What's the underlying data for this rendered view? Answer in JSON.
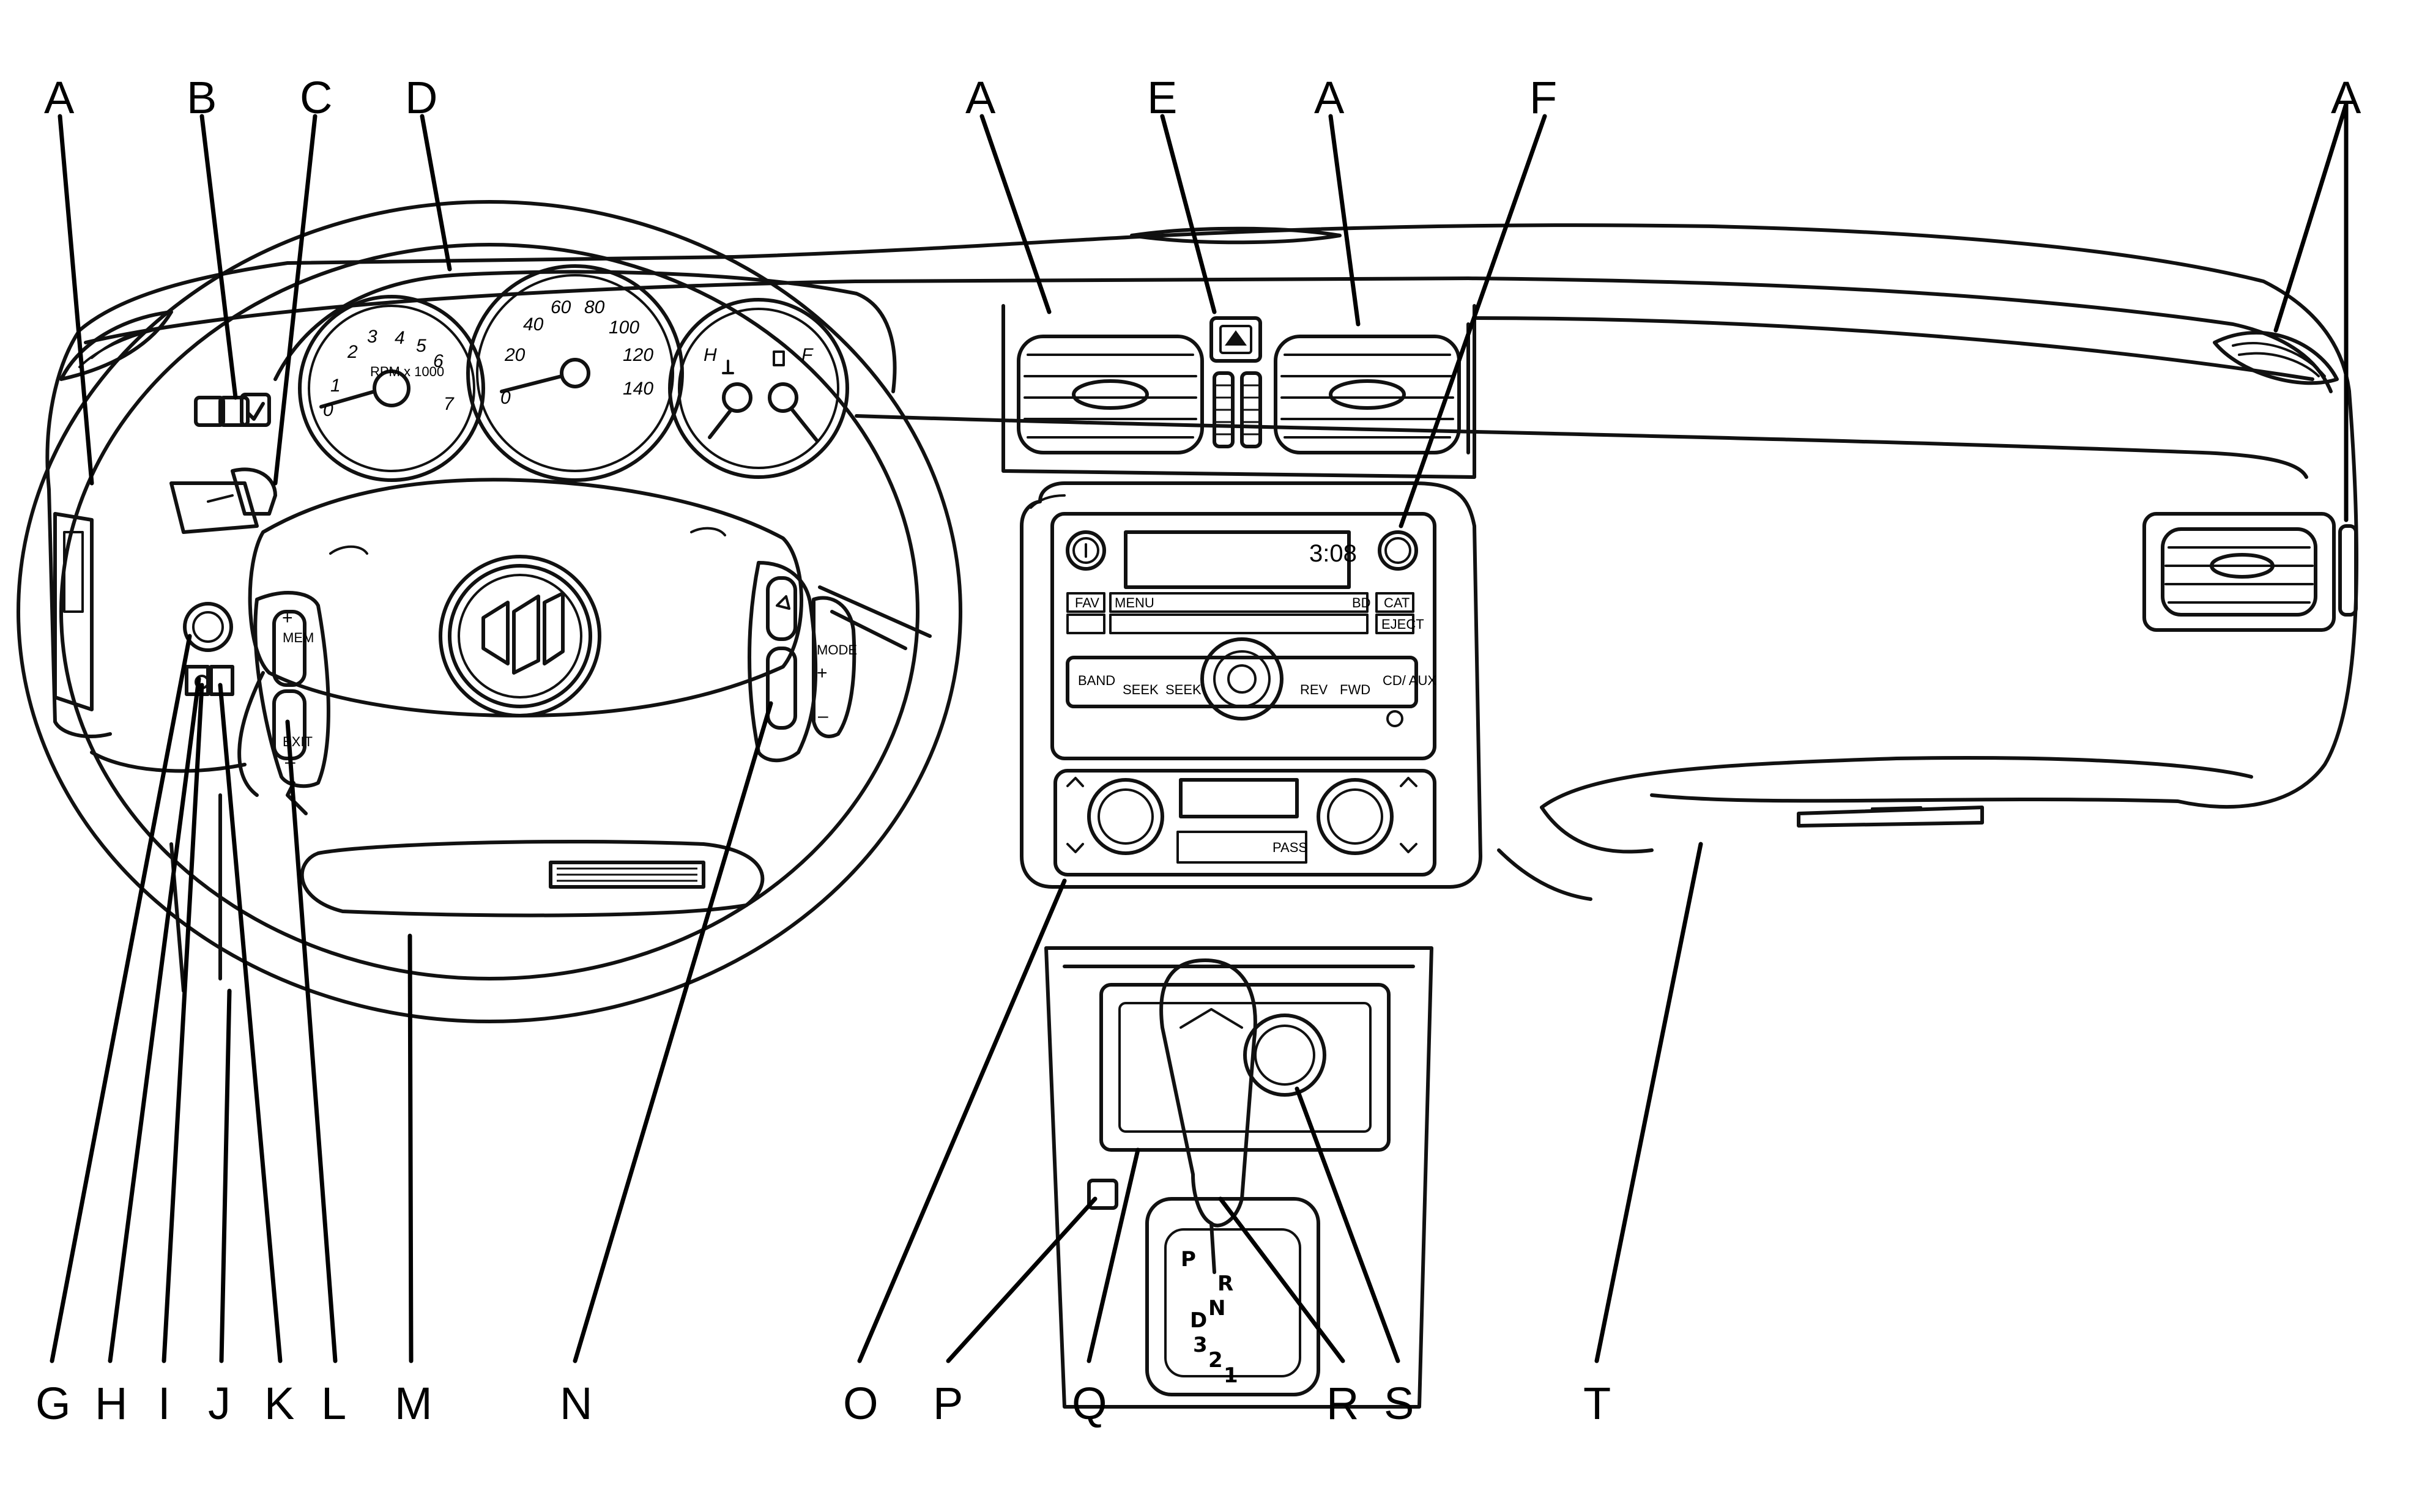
{
  "callouts": {
    "top": [
      "A",
      "B",
      "C",
      "D",
      "A",
      "E",
      "A",
      "F",
      "A"
    ],
    "bottom": [
      "G",
      "H",
      "I",
      "J",
      "K",
      "L",
      "M",
      "N",
      "O",
      "P",
      "Q",
      "R",
      "S",
      "T"
    ]
  },
  "cluster": {
    "tach_label": "RPM x 1000",
    "tach_numbers": [
      "0",
      "1",
      "2",
      "3",
      "4",
      "5",
      "6",
      "7"
    ],
    "speed_numbers": [
      "0",
      "20",
      "40",
      "60",
      "80",
      "100",
      "120",
      "140"
    ],
    "temp_h": "H",
    "fuel_f": "F"
  },
  "radio": {
    "clock": "3:08",
    "buttons_row1": [
      "FAV",
      "MENU",
      "BD",
      "CAT"
    ],
    "buttons_row2": [
      "EJECT"
    ],
    "buttons_row3": [
      "BAND",
      "SEEK",
      "SEEK",
      "REV",
      "FWD",
      "CD/ AUX"
    ]
  },
  "climate": {
    "buttons": [
      "PASS"
    ]
  },
  "wheel_controls": {
    "left": [
      "MEM",
      "EXIT"
    ],
    "right": [
      "MODE"
    ]
  },
  "shifter": {
    "gears": [
      "P",
      "R",
      "N",
      "D",
      "3",
      "2",
      "1"
    ]
  }
}
